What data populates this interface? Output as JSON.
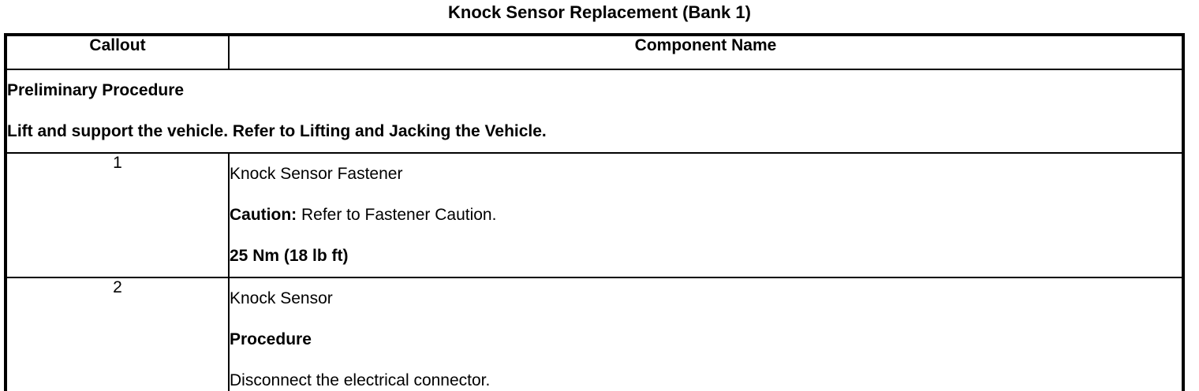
{
  "title": "Knock Sensor Replacement (Bank 1)",
  "table": {
    "headers": {
      "callout": "Callout",
      "component": "Component Name"
    },
    "preliminary": {
      "heading": "Preliminary Procedure",
      "instruction": "Lift and support the vehicle. Refer to Lifting and Jacking the Vehicle."
    },
    "rows": [
      {
        "callout": "1",
        "lines": [
          {
            "text": "Knock Sensor Fastener"
          },
          {
            "bold_lead": "Caution:",
            "text": " Refer to Fastener Caution."
          },
          {
            "text": "25 Nm (18 lb ft)",
            "bold": true
          }
        ]
      },
      {
        "callout": "2",
        "lines": [
          {
            "text": "Knock Sensor"
          },
          {
            "text": "Procedure",
            "bold": true
          },
          {
            "text": "Disconnect the electrical connector."
          }
        ]
      }
    ]
  },
  "colors": {
    "text": "#000000",
    "border": "#000000",
    "background": "#ffffff"
  }
}
